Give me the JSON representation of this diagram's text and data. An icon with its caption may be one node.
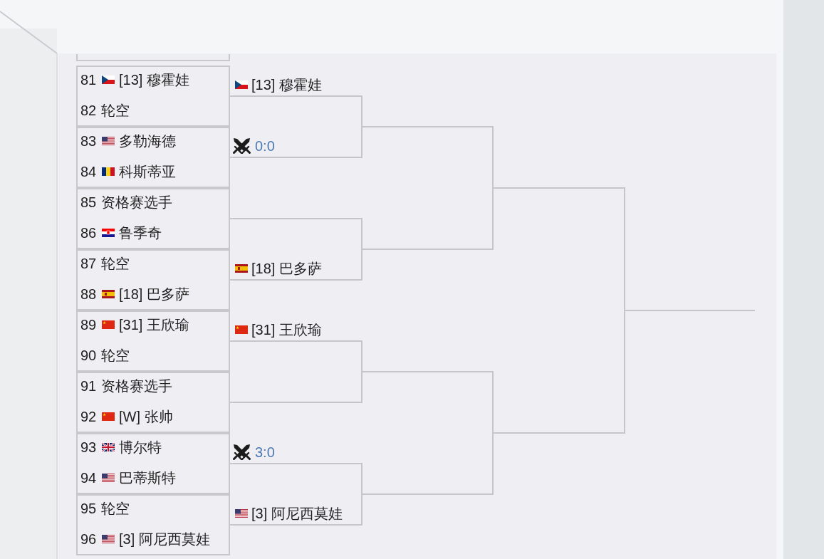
{
  "diagram": {
    "nodes": [
      {
        "text": [],
        "shape": "box"
      },
      {
        "text": [
          "81",
          "[13] 穆霍娃",
          "82",
          "轮空"
        ]
      },
      {
        "text": [
          "83",
          "多勒海德",
          "84",
          "科斯蒂亚"
        ]
      },
      {
        "text": [
          "85",
          "资格赛选手",
          "86",
          "鲁季奇"
        ]
      },
      {
        "text": [
          "87",
          "轮空",
          "88",
          "[18] 巴多萨"
        ]
      },
      {
        "text": [
          "89",
          "[31] 王欣瑜",
          "90",
          "轮空"
        ]
      },
      {
        "text": [
          "91",
          "资格赛选手",
          "92",
          "[W] 张帅"
        ]
      },
      {
        "text": [
          "93",
          "博尔特",
          "94",
          "巴蒂斯特"
        ]
      },
      {
        "text": [
          "95",
          "轮空",
          "96",
          "[3] 阿尼西莫娃"
        ]
      }
    ],
    "edges": [
      {
        "from": 1,
        "to": null,
        "arrow": "none",
        "label": "[13] 穆霍娃"
      },
      {
        "from": 2,
        "to": null,
        "arrow": "none",
        "label": "0:0"
      },
      {
        "from": 3,
        "to": null,
        "arrow": "none"
      },
      {
        "from": 4,
        "to": null,
        "arrow": "none",
        "label": "[18] 巴多萨"
      },
      {
        "from": 5,
        "to": null,
        "arrow": "none",
        "label": "[31] 王欣瑜"
      },
      {
        "from": 6,
        "to": null,
        "arrow": "none"
      },
      {
        "from": 7,
        "to": null,
        "arrow": "none",
        "label": "3:0"
      },
      {
        "from": 8,
        "to": null,
        "arrow": "none",
        "label": "[3] 阿尼西莫娃"
      }
    ]
  }
}
